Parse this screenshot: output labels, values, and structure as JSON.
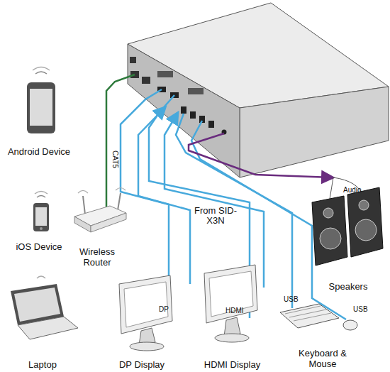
{
  "diagram": {
    "nodes": [
      {
        "text": [
          "Android Device"
        ]
      },
      {
        "text": [
          "iOS Device"
        ]
      },
      {
        "text": [
          "Wireless Router"
        ]
      },
      {
        "text": [
          "Laptop"
        ]
      },
      {
        "text": [
          "DP Display"
        ]
      },
      {
        "text": [
          "HDMI Display"
        ]
      },
      {
        "text": [
          "Keyboard & Mouse"
        ]
      },
      {
        "text": [
          "Speakers"
        ]
      }
    ],
    "labels": [
      "CAT5",
      "From SID-X3N",
      "Audio",
      "DP",
      "HDMI",
      "USB",
      "USB"
    ]
  }
}
